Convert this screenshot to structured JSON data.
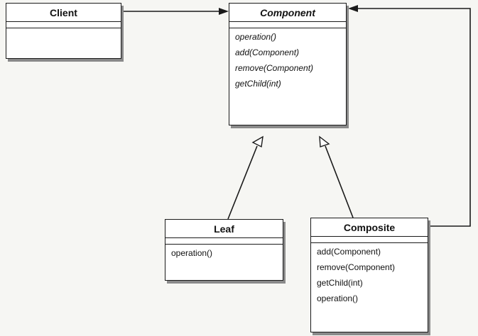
{
  "diagram": {
    "classes": {
      "client": {
        "name": "Client",
        "operations": []
      },
      "component": {
        "name": "Component",
        "abstract": true,
        "operations": [
          "operation()",
          "add(Component)",
          "remove(Component)",
          "getChild(int)"
        ]
      },
      "leaf": {
        "name": "Leaf",
        "operations": [
          "operation()"
        ]
      },
      "composite": {
        "name": "Composite",
        "operations": [
          "add(Component)",
          "remove(Component)",
          "getChild(int)",
          "operation()"
        ]
      }
    },
    "relations": [
      {
        "from": "Client",
        "to": "Component",
        "kind": "association"
      },
      {
        "from": "Leaf",
        "to": "Component",
        "kind": "inheritance"
      },
      {
        "from": "Composite",
        "to": "Component",
        "kind": "inheritance"
      },
      {
        "from": "Composite",
        "to": "Component",
        "kind": "aggregation"
      }
    ]
  }
}
